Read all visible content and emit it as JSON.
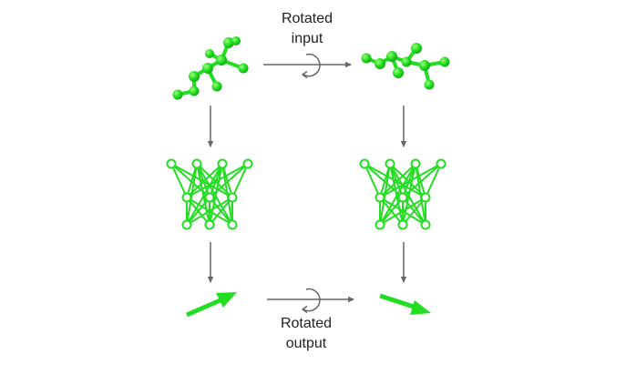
{
  "captions": {
    "input": {
      "line1": "Rotated",
      "line2": "input"
    },
    "output": {
      "line1": "Rotated",
      "line2": "output"
    }
  },
  "colors": {
    "green": "#22dd22",
    "gray": "#666666",
    "text": "#222222"
  },
  "icons": {
    "molecule": "molecule-icon",
    "network": "neural-network-icon",
    "rotation": "rotation-icon",
    "vector": "vector-arrow-icon"
  }
}
